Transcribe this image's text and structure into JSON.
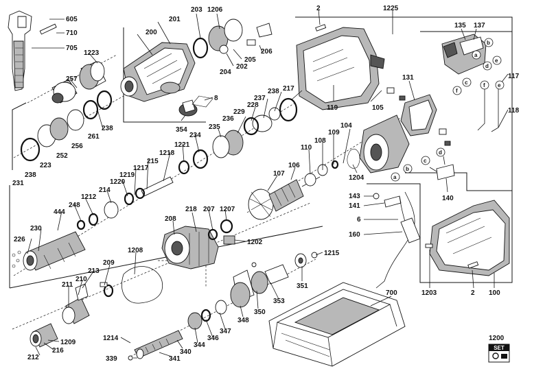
{
  "diagram": {
    "set_label": "SET",
    "callouts": [
      {
        "id": "c605",
        "text": "605"
      },
      {
        "id": "c710",
        "text": "710"
      },
      {
        "id": "c705",
        "text": "705"
      },
      {
        "id": "c1223",
        "text": "1223"
      },
      {
        "id": "c257",
        "text": "257"
      },
      {
        "id": "c238a",
        "text": "238"
      },
      {
        "id": "c261",
        "text": "261"
      },
      {
        "id": "c256",
        "text": "256"
      },
      {
        "id": "c252",
        "text": "252"
      },
      {
        "id": "c223",
        "text": "223"
      },
      {
        "id": "c238b",
        "text": "238"
      },
      {
        "id": "c231",
        "text": "231"
      },
      {
        "id": "c200",
        "text": "200"
      },
      {
        "id": "c201",
        "text": "201"
      },
      {
        "id": "c203",
        "text": "203"
      },
      {
        "id": "c1206",
        "text": "1206"
      },
      {
        "id": "c206",
        "text": "206"
      },
      {
        "id": "c205",
        "text": "205"
      },
      {
        "id": "c202",
        "text": "202"
      },
      {
        "id": "c204",
        "text": "204"
      },
      {
        "id": "c8",
        "text": "8"
      },
      {
        "id": "c354",
        "text": "354"
      },
      {
        "id": "c2a",
        "text": "2"
      },
      {
        "id": "c1225",
        "text": "1225"
      },
      {
        "id": "c119",
        "text": "119"
      },
      {
        "id": "c105",
        "text": "105"
      },
      {
        "id": "c131",
        "text": "131"
      },
      {
        "id": "c135",
        "text": "135"
      },
      {
        "id": "c137",
        "text": "137"
      },
      {
        "id": "c117",
        "text": "117"
      },
      {
        "id": "c118",
        "text": "118"
      },
      {
        "id": "c238c",
        "text": "238"
      },
      {
        "id": "c237",
        "text": "237"
      },
      {
        "id": "c217",
        "text": "217"
      },
      {
        "id": "c228",
        "text": "228"
      },
      {
        "id": "c229",
        "text": "229"
      },
      {
        "id": "c236",
        "text": "236"
      },
      {
        "id": "c235",
        "text": "235"
      },
      {
        "id": "c234",
        "text": "234"
      },
      {
        "id": "c1221",
        "text": "1221"
      },
      {
        "id": "c1218",
        "text": "1218"
      },
      {
        "id": "c215",
        "text": "215"
      },
      {
        "id": "c1217",
        "text": "1217"
      },
      {
        "id": "c1219",
        "text": "1219"
      },
      {
        "id": "c1220",
        "text": "1220"
      },
      {
        "id": "c214",
        "text": "214"
      },
      {
        "id": "c1212",
        "text": "1212"
      },
      {
        "id": "c248",
        "text": "248"
      },
      {
        "id": "c444",
        "text": "444"
      },
      {
        "id": "c230",
        "text": "230"
      },
      {
        "id": "c226",
        "text": "226"
      },
      {
        "id": "c104",
        "text": "104"
      },
      {
        "id": "c109",
        "text": "109"
      },
      {
        "id": "c108",
        "text": "108"
      },
      {
        "id": "c110",
        "text": "110"
      },
      {
        "id": "c106",
        "text": "106"
      },
      {
        "id": "c107",
        "text": "107"
      },
      {
        "id": "c1204",
        "text": "1204"
      },
      {
        "id": "c140",
        "text": "140"
      },
      {
        "id": "c143",
        "text": "143"
      },
      {
        "id": "c141",
        "text": "141"
      },
      {
        "id": "c6",
        "text": "6"
      },
      {
        "id": "c160",
        "text": "160"
      },
      {
        "id": "c218",
        "text": "218"
      },
      {
        "id": "c207",
        "text": "207"
      },
      {
        "id": "c1207",
        "text": "1207"
      },
      {
        "id": "c208",
        "text": "208"
      },
      {
        "id": "c1202",
        "text": "1202"
      },
      {
        "id": "c1208",
        "text": "1208"
      },
      {
        "id": "c1215",
        "text": "1215"
      },
      {
        "id": "c209",
        "text": "209"
      },
      {
        "id": "c213",
        "text": "213"
      },
      {
        "id": "c210",
        "text": "210"
      },
      {
        "id": "c211",
        "text": "211"
      },
      {
        "id": "c351",
        "text": "351"
      },
      {
        "id": "c353",
        "text": "353"
      },
      {
        "id": "c350",
        "text": "350"
      },
      {
        "id": "c348",
        "text": "348"
      },
      {
        "id": "c347",
        "text": "347"
      },
      {
        "id": "c346",
        "text": "346"
      },
      {
        "id": "c344",
        "text": "344"
      },
      {
        "id": "c340",
        "text": "340"
      },
      {
        "id": "c341",
        "text": "341"
      },
      {
        "id": "c339",
        "text": "339"
      },
      {
        "id": "c1214",
        "text": "1214"
      },
      {
        "id": "c1209",
        "text": "1209"
      },
      {
        "id": "c216",
        "text": "216"
      },
      {
        "id": "c212",
        "text": "212"
      },
      {
        "id": "c700",
        "text": "700"
      },
      {
        "id": "c1203",
        "text": "1203"
      },
      {
        "id": "c2b",
        "text": "2"
      },
      {
        "id": "c100",
        "text": "100"
      },
      {
        "id": "c1200",
        "text": "1200"
      }
    ],
    "wire_tags": [
      {
        "id": "wa1",
        "text": "a"
      },
      {
        "id": "wb1",
        "text": "b"
      },
      {
        "id": "wd1",
        "text": "d"
      },
      {
        "id": "we1",
        "text": "e"
      },
      {
        "id": "wc1",
        "text": "c"
      },
      {
        "id": "wf1",
        "text": "f"
      },
      {
        "id": "wf2",
        "text": "f"
      },
      {
        "id": "we2",
        "text": "e"
      },
      {
        "id": "wc2",
        "text": "c"
      },
      {
        "id": "wd2",
        "text": "d"
      },
      {
        "id": "wa2",
        "text": "a"
      },
      {
        "id": "wb2",
        "text": "b"
      }
    ]
  }
}
